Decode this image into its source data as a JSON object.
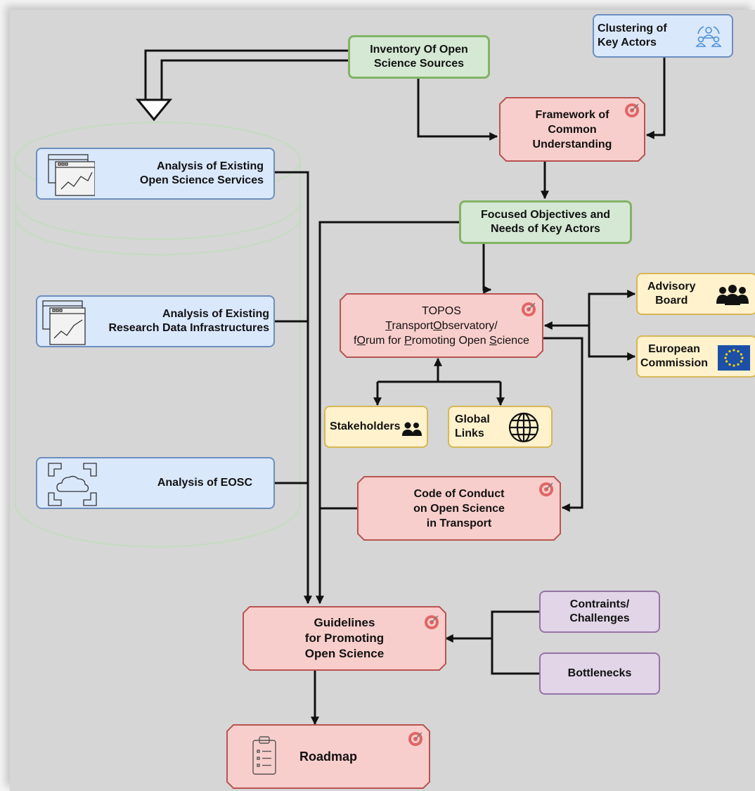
{
  "nodes": {
    "inventory": "Inventory Of Open\nScience Sources",
    "clustering": "Clustering of\nKey Actors",
    "framework": "Framework of\nCommon\nUnderstanding",
    "focused": "Focused Objectives and\nNeeds of Key Actors",
    "analysis_services": "Analysis of Existing\nOpen Science Services",
    "analysis_rdi": "Analysis of Existing\nResearch Data Infrastructures",
    "analysis_eosc": "Analysis of EOSC",
    "topos_title": "TOPOS",
    "topos_line2_parts": [
      "T",
      "ransport",
      "O",
      "bservatory/"
    ],
    "topos_line3_parts": [
      "f",
      "O",
      "rum for ",
      "P",
      "romoting Open ",
      "S",
      "cience"
    ],
    "advisory": "Advisory\nBoard",
    "european": "European\nCommission",
    "stakeholders": "Stakeholders",
    "global": "Global\nLinks",
    "code": "Code of Conduct\non Open Science\nin Transport",
    "guidelines": "Guidelines\nfor Promoting\nOpen Science",
    "constraints": "Contraints/\nChallenges",
    "bottlenecks": "Bottlenecks",
    "roadmap": "Roadmap"
  },
  "colors": {
    "canvas": "#d6d6d6",
    "green_fill": "#d5e8d4",
    "green_stroke": "#82b366",
    "blue_fill": "#dae8fc",
    "blue_stroke": "#6c8ebf",
    "red_fill": "#f8cecc",
    "red_stroke": "#b85450",
    "yellow_fill": "#fff2cc",
    "yellow_stroke": "#d6b656",
    "purple_fill": "#e1d5e7",
    "purple_stroke": "#9673a6",
    "cylinder_stroke": "#c4dcc0",
    "eu_blue": "#1c4fa8",
    "eu_star": "#ffd500"
  },
  "icons": [
    "target-icon",
    "people-icon",
    "globe-icon",
    "chart-window-icon",
    "cloud-icon",
    "clipboard-icon",
    "eu-flag-icon",
    "user-group-icon"
  ]
}
